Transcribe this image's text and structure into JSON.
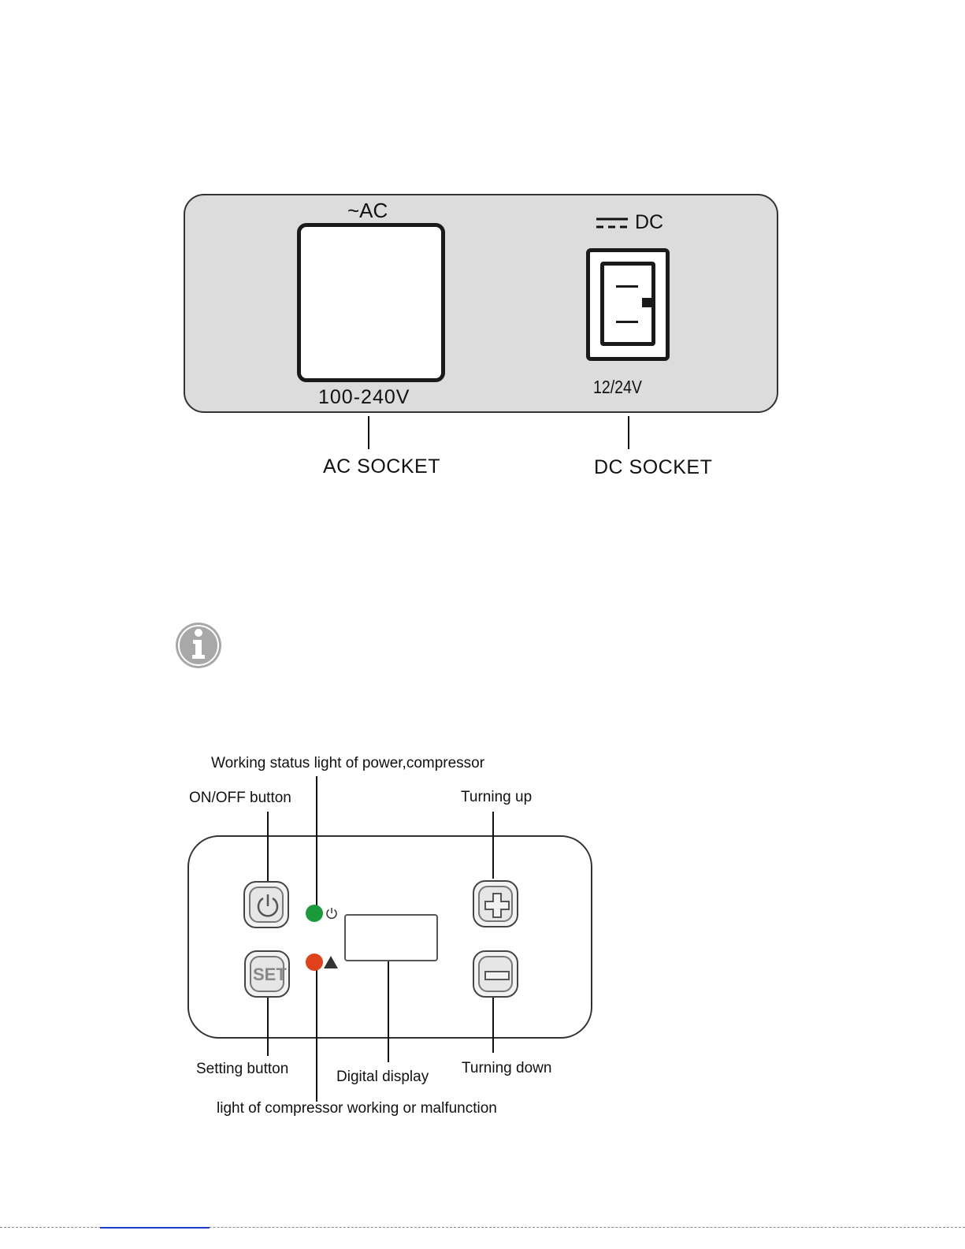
{
  "socket_panel": {
    "ac_symbol": "~AC",
    "ac_voltage": "100-240V",
    "dc_symbol": "DC",
    "dc_voltage": "12/24V",
    "ac_label": "AC SOCKET",
    "dc_label": "DC SOCKET"
  },
  "control_panel": {
    "status_light_label": "Working status light of power,compressor",
    "onoff_label": "ON/OFF  button",
    "turning_up_label": "Turning  up",
    "setting_label": "Setting  button",
    "display_label": "Digital  display",
    "turning_down_label": "Turning  down",
    "compressor_light_label": "light  of  compressor  working  or  malfunction",
    "set_button_text": "SET"
  },
  "colors": {
    "panel_gray": "#dcdcdc",
    "power_led": "#1a9a3a",
    "fault_led": "#e0401a",
    "info_icon": "#a8a8a8"
  }
}
